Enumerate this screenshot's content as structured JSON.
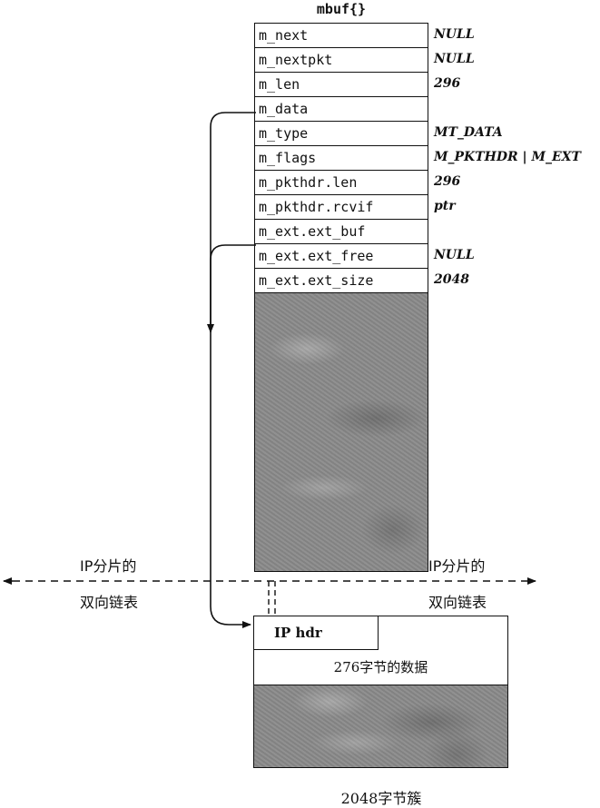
{
  "mbuf": {
    "title": "mbuf{}",
    "fields": [
      {
        "name": "m_next",
        "value": "NULL"
      },
      {
        "name": "m_nextpkt",
        "value": "NULL"
      },
      {
        "name": "m_len",
        "value": "296"
      },
      {
        "name": "m_data",
        "value": ""
      },
      {
        "name": "m_type",
        "value": "MT_DATA"
      },
      {
        "name": "m_flags",
        "value": "M_PKTHDR | M_EXT"
      },
      {
        "name": "m_pkthdr.len",
        "value": "296"
      },
      {
        "name": "m_pkthdr.rcvif",
        "value": "ptr"
      },
      {
        "name": "m_ext.ext_buf",
        "value": ""
      },
      {
        "name": "m_ext.ext_free",
        "value": "NULL"
      },
      {
        "name": "m_ext.ext_size",
        "value": "2048"
      }
    ]
  },
  "left_list": {
    "line1": "IP分片的",
    "line2": "双向链表"
  },
  "right_list": {
    "line1": "IP分片的",
    "line2": "双向链表"
  },
  "cluster": {
    "ip_hdr": "IP hdr",
    "data_label": "276字节的数据",
    "caption": "2048字节簇"
  }
}
